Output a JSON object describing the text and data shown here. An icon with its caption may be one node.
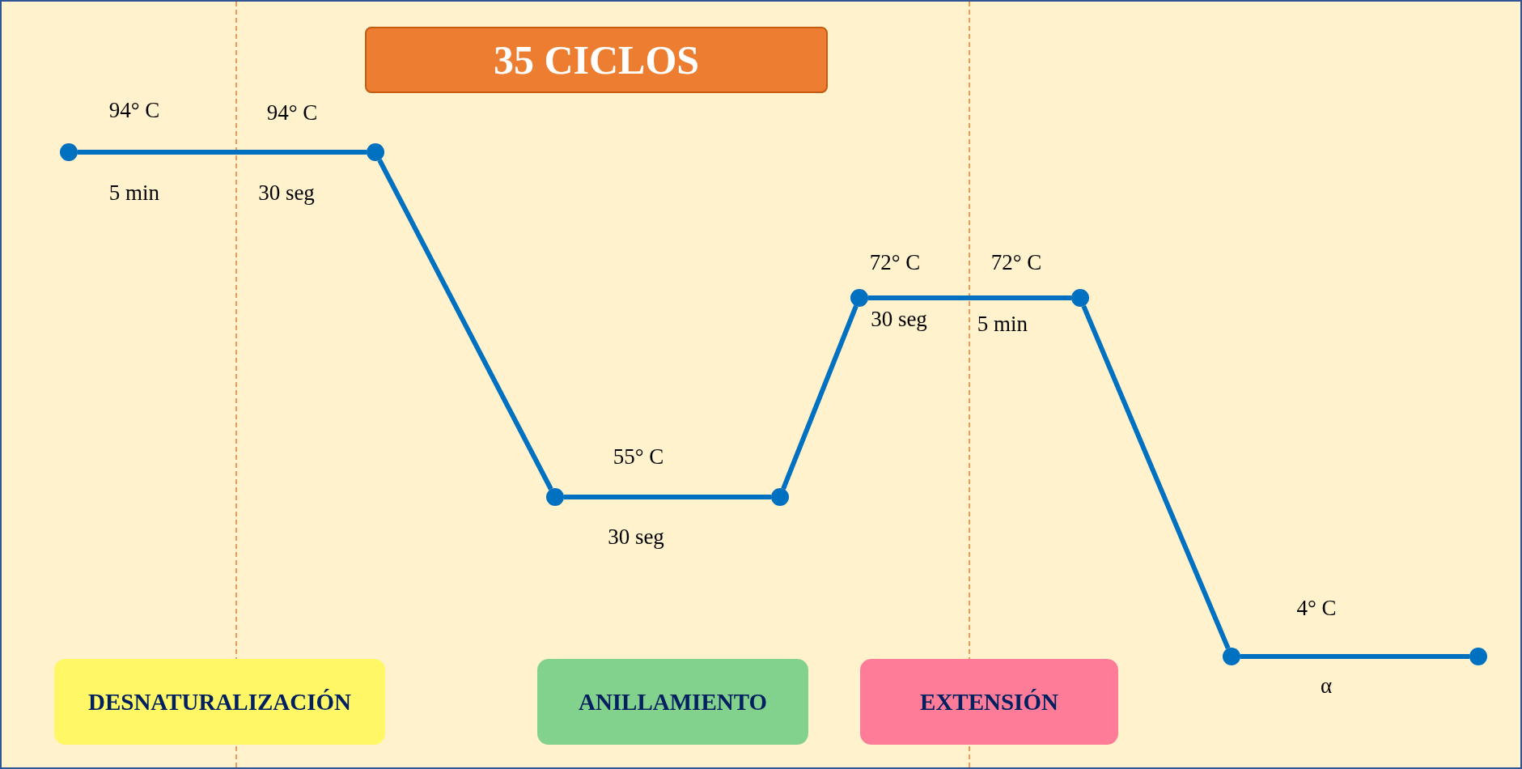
{
  "diagram": {
    "nodes": [
      {
        "text": [
          "35 CICLOS"
        ]
      },
      {
        "text": [],
        "shape": "circle"
      },
      {
        "text": [],
        "shape": "circle"
      },
      {
        "text": [],
        "shape": "circle"
      },
      {
        "text": [],
        "shape": "circle"
      },
      {
        "text": [],
        "shape": "circle"
      },
      {
        "text": [],
        "shape": "circle"
      },
      {
        "text": [],
        "shape": "circle"
      },
      {
        "text": [],
        "shape": "circle"
      },
      {
        "text": [
          "DESNATURALIZACIÓN"
        ]
      },
      {
        "text": [
          "ANILLAMIENTO"
        ]
      },
      {
        "text": [
          "EXTENSIÓN"
        ]
      }
    ],
    "edges": [
      {
        "from": 1,
        "to": 2,
        "arrow": "none"
      },
      {
        "from": 2,
        "to": 3,
        "arrow": "none"
      },
      {
        "from": 3,
        "to": 4,
        "arrow": "none"
      },
      {
        "from": 4,
        "to": 5,
        "arrow": "none"
      },
      {
        "from": 5,
        "to": 6,
        "arrow": "none"
      },
      {
        "from": 6,
        "to": 7,
        "arrow": "none"
      },
      {
        "from": 7,
        "to": 8,
        "arrow": "none"
      }
    ],
    "labels": [
      "94° C",
      "94° C",
      "5 min",
      "30 seg",
      "72° C",
      "72° C",
      "30 seg",
      "5 min",
      "55° C",
      "30 seg",
      "4° C",
      "α"
    ]
  }
}
